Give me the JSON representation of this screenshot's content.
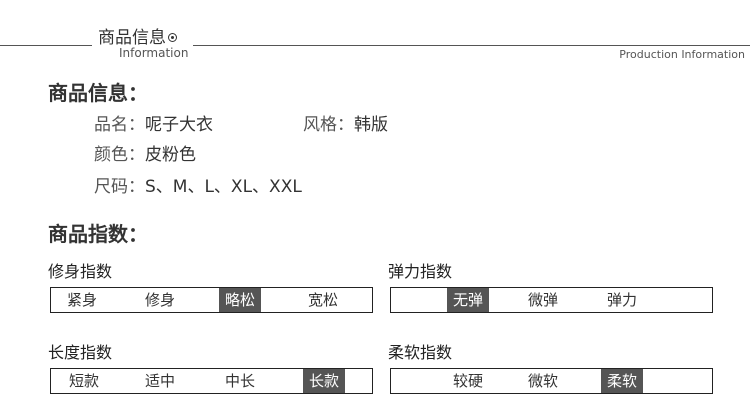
{
  "header": {
    "title": "商品信息",
    "subtitle": "Information",
    "right_text": "Production Information"
  },
  "basic_info": {
    "title": "商品信息：",
    "name_label": "品名：",
    "name_value": "呢子大衣",
    "style_label": "风格：",
    "style_value": "韩版",
    "color_label": "颜色：",
    "color_value": "皮粉色",
    "size_label": "尺码：",
    "size_value": "S、M、L、XL、XXL"
  },
  "indices": {
    "title": "商品指数：",
    "fit": {
      "label": "修身指数",
      "options": [
        "紧身",
        "修身",
        "略松",
        "宽松"
      ],
      "selected": "略松"
    },
    "elasticity": {
      "label": "弹力指数",
      "options": [
        "无弹",
        "微弹",
        "弹力"
      ],
      "selected": "无弹"
    },
    "length": {
      "label": "长度指数",
      "options": [
        "短款",
        "适中",
        "中长",
        "长款"
      ],
      "selected": "长款"
    },
    "softness": {
      "label": "柔软指数",
      "options": [
        "较硬",
        "微软",
        "柔软"
      ],
      "selected": "柔软"
    }
  },
  "colors": {
    "selected_bg": "#555555",
    "line": "#555555"
  }
}
